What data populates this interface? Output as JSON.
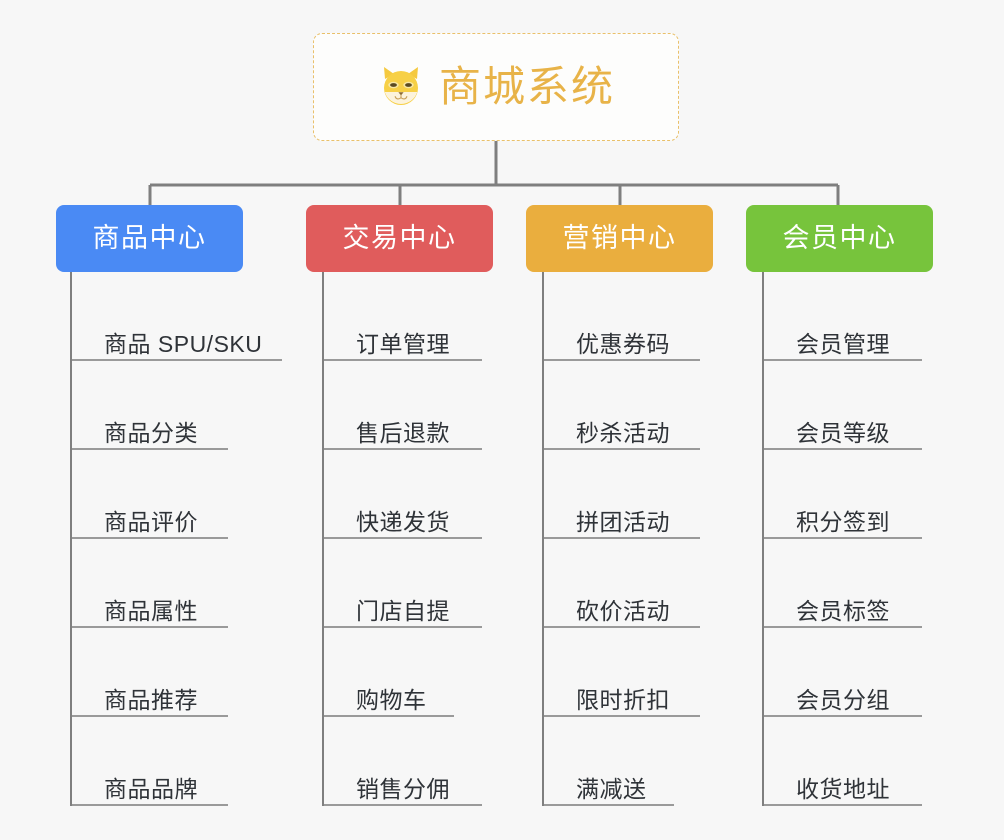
{
  "root": {
    "title": "商城系统",
    "icon": "dog-face-icon",
    "border_color": "#e9c06a",
    "title_color": "#e8b348"
  },
  "canvas": {
    "background": "#f7f7f7",
    "connector_color": "#7f7f7f",
    "rule_color": "#9a9a9a"
  },
  "columns": [
    {
      "label": "商品中心",
      "color": "#4a8af4",
      "items": [
        "商品 SPU/SKU",
        "商品分类",
        "商品评价",
        "商品属性",
        "商品推荐",
        "商品品牌"
      ]
    },
    {
      "label": "交易中心",
      "color": "#e05c5c",
      "items": [
        "订单管理",
        "售后退款",
        "快递发货",
        "门店自提",
        "购物车",
        "销售分佣"
      ]
    },
    {
      "label": "营销中心",
      "color": "#eaae3e",
      "items": [
        "优惠券码",
        "秒杀活动",
        "拼团活动",
        "砍价活动",
        "限时折扣",
        "满减送"
      ]
    },
    {
      "label": "会员中心",
      "color": "#77c43c",
      "items": [
        "会员管理",
        "会员等级",
        "积分签到",
        "会员标签",
        "会员分组",
        "收货地址"
      ]
    }
  ]
}
